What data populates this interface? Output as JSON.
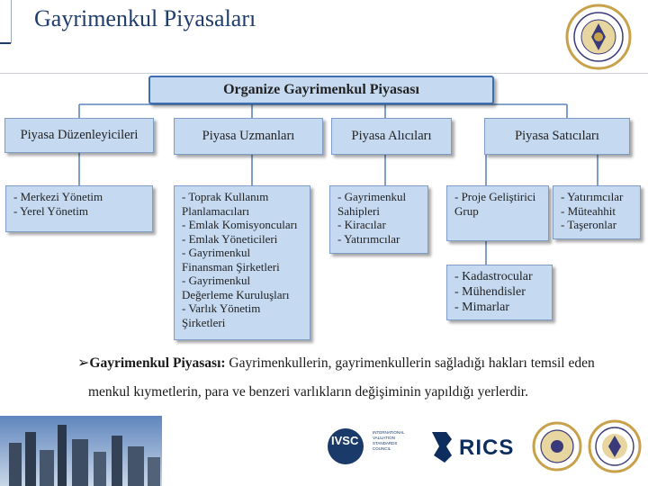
{
  "title": "Gayrimenkul Piyasaları",
  "main_node": "Organize Gayrimenkul Piyasası",
  "categories": [
    "Piyasa Düzenleyicileri",
    "Piyasa Uzmanları",
    "Piyasa Alıcıları",
    "Piyasa Satıcıları"
  ],
  "lists": {
    "regulators": "- Merkezi Yönetim\n- Yerel Yönetim",
    "experts": "- Toprak Kullanım\n   Planlamacıları\n- Emlak Komisyoncuları\n- Emlak Yöneticileri\n- Gayrimenkul\n   Finansman Şirketleri\n- Gayrimenkul\n   Değerleme Kuruluşları\n- Varlık Yönetim\n   Şirketleri",
    "buyers": "- Gayrimenkul\n   Sahipleri\n- Kiracılar\n- Yatırımcılar",
    "sellers_dev": "- Proje Geliştirici\n   Grup",
    "sellers_inv": "- Yatırımcılar\n- Müteahhit\n- Taşeronlar",
    "sellers_other": "- Kadastrocular\n- Mühendisler\n- Mimarlar"
  },
  "definition": {
    "term": "Gayrimenkul Piyasası:",
    "line1": " Gayrimenkullerin, gayrimenkullerin sağladığı hakları temsil eden",
    "line2": "menkul kıymetlerin, para ve benzeri varlıkların değişiminin yapıldığı yerlerdir."
  },
  "logos": {
    "ivsc_mark": "IVSC",
    "ivsc_text": "INTERNATIONAL\nVALUATION\nSTANDARDS\nCOUNCIL",
    "rics": "RICS"
  },
  "colors": {
    "box_fill": "#c5d9f1",
    "box_border": "#7f9cc6",
    "connector": "#5f86bd",
    "title": "#1f3d6e"
  }
}
